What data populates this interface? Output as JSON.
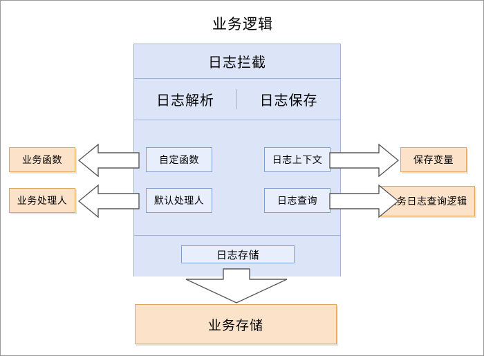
{
  "diagram": {
    "title": "业务逻辑",
    "type": "block-diagram",
    "colors": {
      "panel_fill": "#dbe5f7",
      "panel_border": "#9eb3d8",
      "inner_box_fill": "#e8eefb",
      "inner_box_border": "#7f9fd0",
      "orange_fill": "#fbe2c8",
      "orange_border": "#e3a857",
      "arrow_fill": "#ffffff",
      "arrow_border": "#595959",
      "text": "#000000",
      "page_border": "#9a9a9a"
    }
  },
  "panel": {
    "header": "日志拦截",
    "split": [
      {
        "label": "日志解析"
      },
      {
        "label": "日志保存"
      }
    ],
    "inner_boxes": {
      "custom_function": "自定函数",
      "default_handler": "默认处理人",
      "log_context": "日志上下文",
      "log_query": "日志查询",
      "log_storage": "日志存储"
    }
  },
  "external_boxes": {
    "business_function": "业务函数",
    "business_handler": "业务处理人",
    "save_variable": "保存变量",
    "business_log_query_logic": "业务日志查询逻辑",
    "business_storage": "业务存储"
  },
  "arrows": [
    {
      "name": "custom-function-to-business-function",
      "direction": "left",
      "from": "自定函数",
      "to": "业务函数"
    },
    {
      "name": "default-handler-to-business-handler",
      "direction": "left",
      "from": "默认处理人",
      "to": "业务处理人"
    },
    {
      "name": "log-context-to-save-variable",
      "direction": "right",
      "from": "日志上下文",
      "to": "保存变量"
    },
    {
      "name": "log-query-to-business-log-query",
      "direction": "right",
      "from": "日志查询",
      "to": "业务日志查询逻辑"
    },
    {
      "name": "log-storage-to-business-storage",
      "direction": "down",
      "from": "日志存储",
      "to": "业务存储"
    }
  ]
}
